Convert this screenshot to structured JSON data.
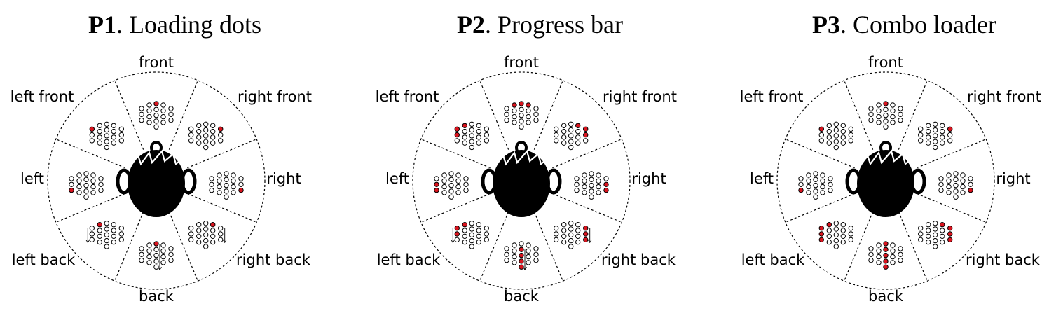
{
  "panels": [
    {
      "id": "p1",
      "code": "P1",
      "name": "Loading dots",
      "labels": {
        "front": "front",
        "right_front": "right front",
        "right": "right",
        "right_back": "right back",
        "back": "back",
        "left_back": "left back",
        "left": "left",
        "left_front": "left front"
      }
    },
    {
      "id": "p2",
      "code": "P2",
      "name": "Progress bar",
      "labels": {
        "front": "front",
        "right_front": "right front",
        "right": "right",
        "right_back": "right back",
        "back": "back",
        "left_back": "left back",
        "left": "left",
        "left_front": "left front"
      }
    },
    {
      "id": "p3",
      "code": "P3",
      "name": "Combo loader",
      "labels": {
        "front": "front",
        "right_front": "right front",
        "right": "right",
        "right_back": "right back",
        "back": "back",
        "left_back": "left back",
        "left": "left",
        "left_front": "left front"
      }
    }
  ],
  "colors": {
    "active_dot": "#d9141e",
    "inactive_dot": "#ffffff",
    "outline": "#000000",
    "head": "#000000"
  },
  "icons": {
    "listener": "head-top-view-icon",
    "dot_array": "dot-array-icon"
  }
}
